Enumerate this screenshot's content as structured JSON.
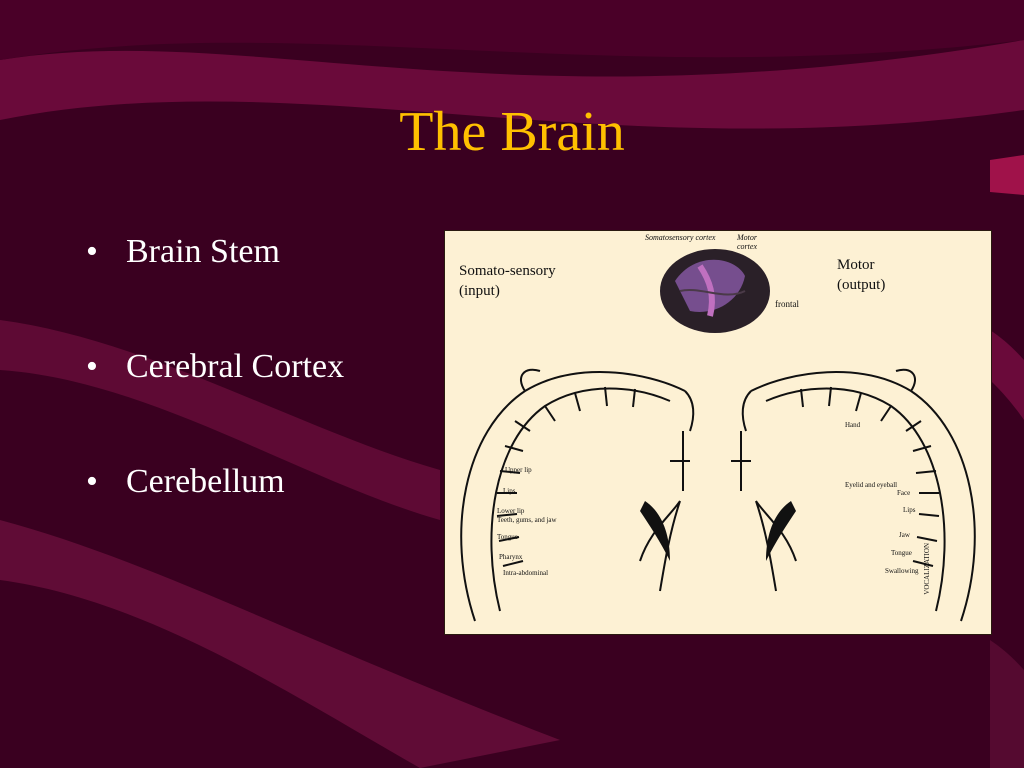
{
  "slide": {
    "title": "The Brain",
    "bullets": [
      {
        "text": "Brain Stem"
      },
      {
        "text": "Cerebral Cortex"
      },
      {
        "text": "Cerebellum"
      }
    ]
  },
  "figure": {
    "somatosensory_label": "Somato-sensory",
    "somatosensory_sub": "(input)",
    "motor_label": "Motor",
    "motor_sub": "(output)",
    "cortex_left": "Somatosensory cortex",
    "cortex_right": "Motor cortex",
    "frontal": "frontal",
    "sensory_parts": [
      "Upper lip",
      "Lips",
      "Lower lip",
      "Teeth, gums, and jaw",
      "Tongue",
      "Pharynx",
      "Intra-abdominal"
    ],
    "motor_parts": [
      "Hand",
      "Eyelid and eyeball",
      "Face",
      "Lips",
      "Jaw",
      "Tongue",
      "Swallowing",
      "VOCALIZATION"
    ]
  },
  "colors": {
    "background": "#3a0020",
    "swoosh": "#6a0a3a",
    "title": "#ffc000",
    "text": "#ffffff",
    "figure_bg": "#fdf1d4"
  }
}
